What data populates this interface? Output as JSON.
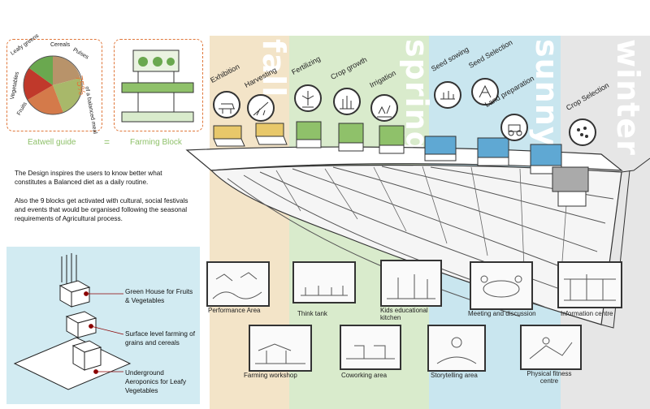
{
  "seasons": [
    "fall",
    "spring",
    "sunny",
    "winter"
  ],
  "colors": {
    "fall": "#f3e4c8",
    "spring": "#d9ebcc",
    "sunny": "#c9e6ef",
    "winter": "#e6e6e6",
    "accent": "#e0773a",
    "guide_text": "#8fc16a",
    "explode_bg": "#d2ebf2"
  },
  "activities": {
    "exhibition": "Exhibition",
    "harvesting": "Harvesting",
    "fertilizing": "Fertilizing",
    "crop_growth": "Crop growth",
    "irrigation": "Irrigation",
    "seed_sowing": "Seed sowing",
    "seed_selection": "Seed Selection",
    "land_preparation": "Land preparation",
    "crop_selection": "Crop Selection"
  },
  "eatwell": {
    "title": "Eatwell guide",
    "equals": "=",
    "block_title": "Farming Block",
    "segments": {
      "leafy": "Leafy greens",
      "cereals": "Cereals",
      "pulses": "Pulses",
      "vegetables": "Vegetables",
      "fruits": "Fruits"
    },
    "percent": "75%",
    "balanced": "of a balanced meal"
  },
  "intro": {
    "p1": "The Design inspires the users to  know better what constitutes a Balanced diet as a daily routine.",
    "p2": "Also the 9 blocks get activated with cultural, social festivals and events that would be organised following the seasonal requirements of Agricultural process."
  },
  "layers": {
    "green_house": "Green House for Fruits & Vegetables",
    "surface": "Surface level farming of grains and cereals",
    "underground": "Underground Aeroponics for Leafy Vegetables"
  },
  "spaces": {
    "performance": "Performance Area",
    "think_tank": "Think tank",
    "kids": "Kids educational kitchen",
    "meeting": "Meeting and discussion",
    "information": "Information centre",
    "farming_workshop": "Farming workshop",
    "coworking": "Coworking area",
    "storytelling": "Storytelling area",
    "fitness": "Physical fitness centre"
  }
}
